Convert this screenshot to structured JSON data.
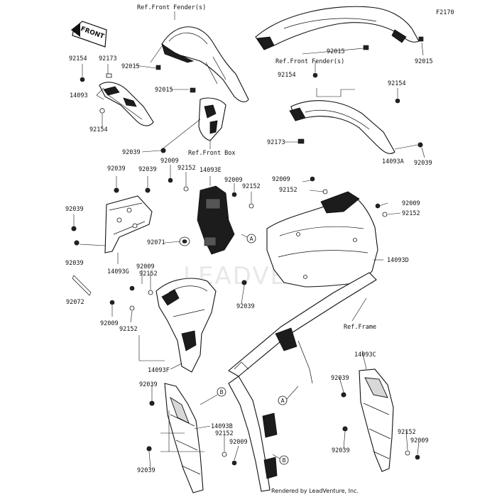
{
  "diagram_code": "F2170",
  "watermark": "LEADVENTURE",
  "front_indicator": "FRONT",
  "footer": "Rendered by LeadVenture, Inc.",
  "refs": {
    "front_fender_top": "Ref.Front Fender(s)",
    "front_fender_right": "Ref.Front Fender(s)",
    "front_box": "Ref.Front Box",
    "frame": "Ref.Frame"
  },
  "callouts": {
    "a": "A",
    "b": "B"
  },
  "labels": {
    "l01": "92154",
    "l02": "92173",
    "l03": "92015",
    "l04": "14093",
    "l05": "92015",
    "l06": "92154",
    "l07": "92039",
    "l08": "92015",
    "l09": "92015",
    "l10": "92154",
    "l11": "92154",
    "l12": "92173",
    "l13": "14093A",
    "l14": "92039",
    "l15": "92039",
    "l16": "92039",
    "l17": "92009",
    "l18": "92152",
    "l19": "14093E",
    "l20": "92009",
    "l21": "92152",
    "l22": "92009",
    "l23": "92152",
    "l24": "92009",
    "l25": "92152",
    "l26": "92039",
    "l27": "92071",
    "l28": "92039",
    "l29": "14093G",
    "l30": "14093D",
    "l31": "92009",
    "l32": "92152",
    "l33": "92072",
    "l34": "92039",
    "l35": "92009",
    "l36": "92152",
    "l37": "14093F",
    "l38": "14093C",
    "l39": "92039",
    "l40": "92039",
    "l41": "14093B",
    "l42": "92152",
    "l43": "92009",
    "l44": "92039",
    "l45": "92039",
    "l46": "92152",
    "l47": "92009"
  }
}
